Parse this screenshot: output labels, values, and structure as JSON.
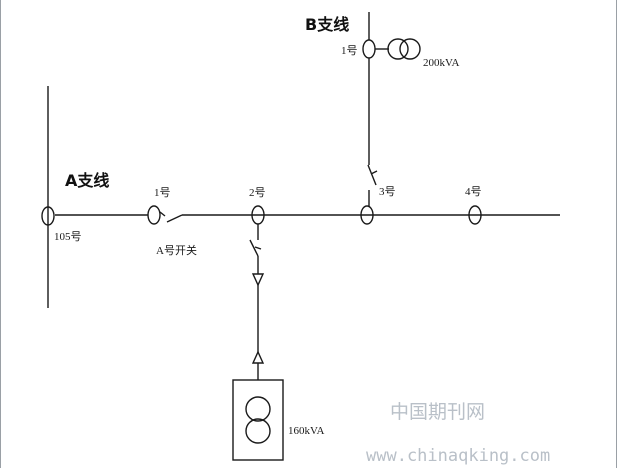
{
  "labels": {
    "branch_b": "B支线",
    "branch_a": "A支线",
    "b_pole_1": "1号",
    "b_transformer_rating": "200kVA",
    "pole_105": "105号",
    "a_pole_1": "1号",
    "a_pole_2": "2号",
    "a_pole_3": "3号",
    "a_pole_4": "4号",
    "a_switch": "A号开关",
    "a_transformer_rating": "160kVA"
  },
  "watermark": {
    "site_name": "中国期刊网",
    "url": "www.chinaqking.com"
  },
  "colors": {
    "line": "#1a1a1a",
    "watermark": "#b9c0c8",
    "frame_edge": "#9aa0a6"
  }
}
